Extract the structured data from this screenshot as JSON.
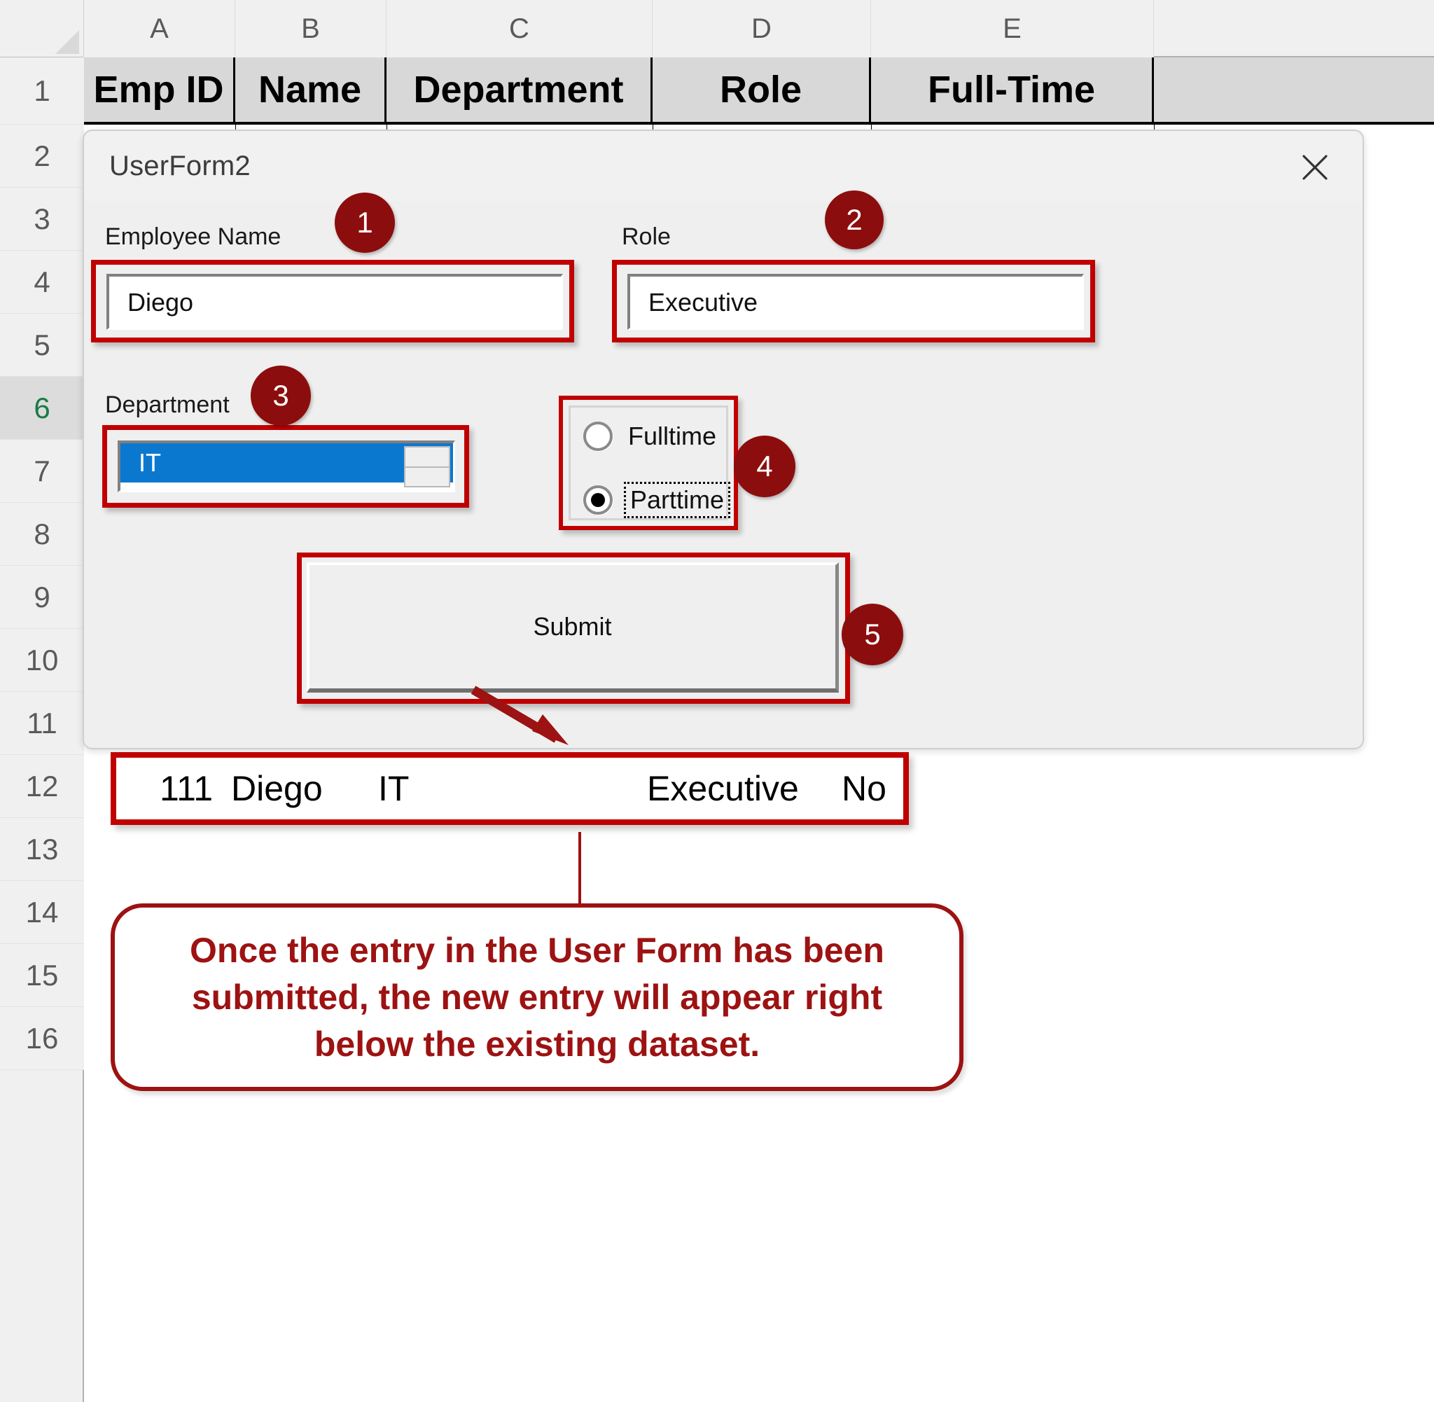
{
  "spreadsheet": {
    "columns": [
      "A",
      "B",
      "C",
      "D",
      "E"
    ],
    "rows": [
      "1",
      "2",
      "3",
      "4",
      "5",
      "6",
      "7",
      "8",
      "9",
      "10",
      "11",
      "12",
      "13",
      "14",
      "15",
      "16"
    ],
    "active_row": "6",
    "header_row": [
      "Emp ID",
      "Name",
      "Department",
      "Role",
      "Full-Time"
    ]
  },
  "userform": {
    "title": "UserForm2",
    "close_icon": "close-icon",
    "fields": {
      "employee_name": {
        "label": "Employee Name",
        "value": "Diego",
        "badge": "1"
      },
      "role": {
        "label": "Role",
        "value": "Executive",
        "badge": "2"
      },
      "department": {
        "label": "Department",
        "value": "IT",
        "badge": "3"
      }
    },
    "employment_type": {
      "badge": "4",
      "options": [
        {
          "label": "Fulltime",
          "selected": false,
          "focused": false
        },
        {
          "label": "Parttime",
          "selected": true,
          "focused": true
        }
      ]
    },
    "submit": {
      "label": "Submit",
      "badge": "5"
    }
  },
  "result_row": {
    "emp_id": "111",
    "name": "Diego",
    "department": "IT",
    "role": "Executive",
    "full_time": "No"
  },
  "callout": {
    "text": "Once the entry in the User Form has been submitted, the new entry will appear right below the existing dataset."
  },
  "colors": {
    "highlight_red": "#c00000",
    "badge_red": "#8c0d0d",
    "callout_red": "#9d1212",
    "listbox_selection_blue": "#0b78d0",
    "active_row_green": "#12743a"
  }
}
